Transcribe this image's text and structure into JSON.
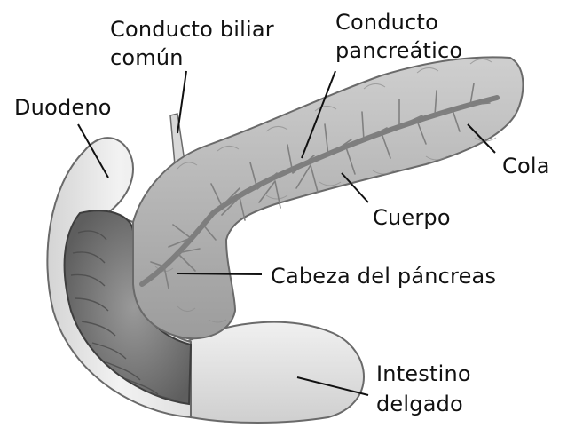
{
  "diagram": {
    "labels": {
      "bile_duct": [
        "Conducto biliar",
        "común"
      ],
      "pancreatic_duct": [
        "Conducto",
        "pancreático"
      ],
      "duodenum": "Duodeno",
      "tail": "Cola",
      "body": "Cuerpo",
      "head": "Cabeza del páncreas",
      "small_intestine": [
        "Intestino",
        "delgado"
      ]
    }
  },
  "colors": {
    "pancreas": "#b9b9b9",
    "duct": "#8a8a8a",
    "intestine_outer": "#e6e6e6",
    "intestine_inner": "#7a7a7a",
    "leader_line": "#111111"
  }
}
